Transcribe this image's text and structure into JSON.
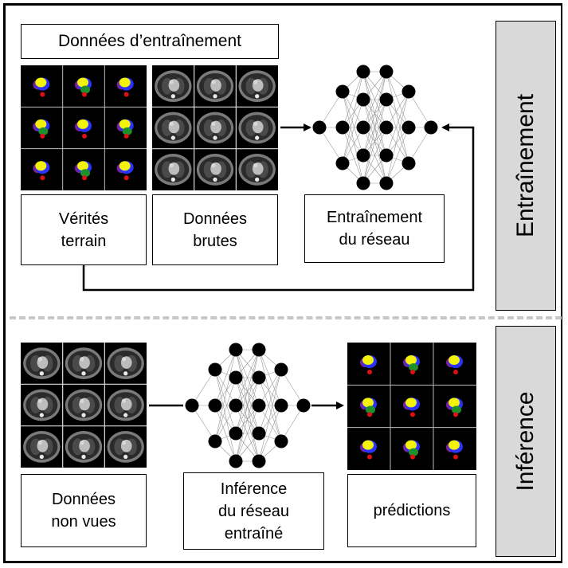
{
  "training": {
    "title": "Données d’entraînement",
    "label_truth": "Vérités\nterrain",
    "label_raw": "Données\nbrutes",
    "label_net": "Entraînement\ndu réseau",
    "side_label": "Entraînement"
  },
  "inference": {
    "label_unseen": "Données\nnon vues",
    "label_net": "Inférence\ndu réseau\nentraîné",
    "label_pred": "prédictions",
    "side_label": "Inférence"
  },
  "colors": {
    "panel_bg": "#d9d9d9",
    "divider": "#c7c7c7",
    "seg_yellow": "#f2f20a",
    "seg_blue": "#2a32ff",
    "seg_purple": "#7a1fa0",
    "seg_green": "#1d8f2b",
    "seg_red": "#e01010"
  },
  "icons": {
    "segmentation_grid": "segmentation-masks-grid",
    "ct_grid": "ct-scan-slices-grid",
    "network": "neural-network-icon"
  }
}
